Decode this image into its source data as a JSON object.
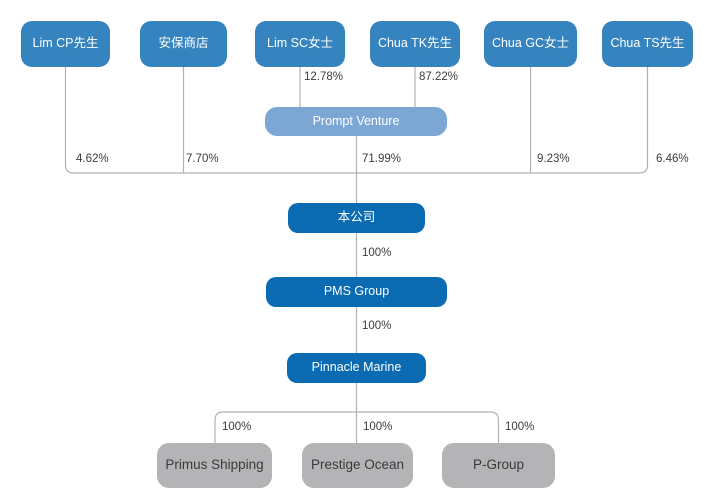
{
  "diagram": {
    "type": "shareholding-structure-org-chart",
    "nodes": {
      "lim_cp": "Lim CP先生",
      "anbao_store": "安保商店",
      "lim_sc": "Lim SC女士",
      "chua_tk": "Chua TK先生",
      "chua_gc": "Chua GC女士",
      "chua_ts": "Chua TS先生",
      "prompt_venture": "Prompt Venture",
      "the_company": "本公司",
      "pms_group": "PMS Group",
      "pinnacle_marine": "Pinnacle Marine",
      "primus_shipping": "Primus Shipping",
      "prestige_ocean": "Prestige Ocean",
      "p_group": "P-Group"
    },
    "edges": [
      {
        "from": "Lim SC女士",
        "to": "Prompt Venture",
        "label": "12.78%"
      },
      {
        "from": "Chua TK先生",
        "to": "Prompt Venture",
        "label": "87.22%"
      },
      {
        "from": "Lim CP先生",
        "to": "本公司",
        "label": "4.62%"
      },
      {
        "from": "安保商店",
        "to": "本公司",
        "label": "7.70%"
      },
      {
        "from": "Prompt Venture",
        "to": "本公司",
        "label": "71.99%"
      },
      {
        "from": "Chua GC女士",
        "to": "本公司",
        "label": "9.23%"
      },
      {
        "from": "Chua TS先生",
        "to": "本公司",
        "label": "6.46%"
      },
      {
        "from": "本公司",
        "to": "PMS Group",
        "label": "100%"
      },
      {
        "from": "PMS Group",
        "to": "Pinnacle Marine",
        "label": "100%"
      },
      {
        "from": "Pinnacle Marine",
        "to": "Primus Shipping",
        "label": "100%"
      },
      {
        "from": "Pinnacle Marine",
        "to": "Prestige Ocean",
        "label": "100%"
      },
      {
        "from": "Pinnacle Marine",
        "to": "P-Group",
        "label": "100%"
      }
    ],
    "colors": {
      "shareholder_box": "#3583bf",
      "holding_box": "#7ca6d4",
      "company_box": "#0a6bb2",
      "subsidiary_box": "#b4b4b6",
      "connector_line": "#b2b2b2"
    }
  }
}
